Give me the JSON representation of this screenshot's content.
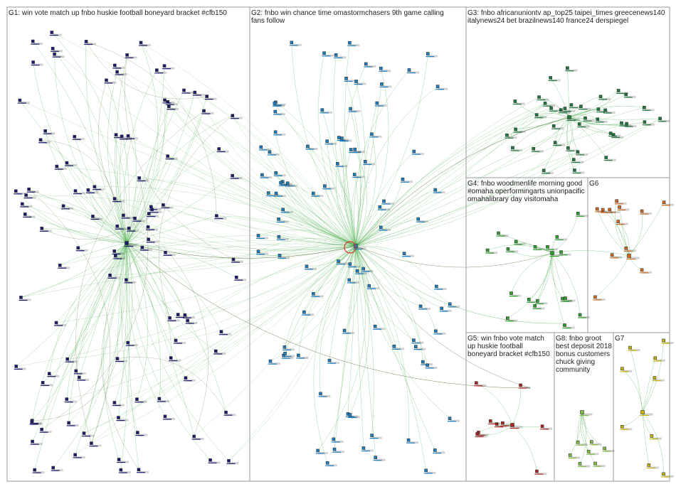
{
  "groups": [
    {
      "id": "G1",
      "label": "G1: win vote match up fnbo huskie football boneyard bracket #cfb150",
      "color": "#1a1a6e"
    },
    {
      "id": "G2",
      "label": "G2: fnbo win chance time omastormchasers 9th game calling fans follow",
      "color": "#1b7fc4"
    },
    {
      "id": "G3",
      "label": "G3: fnbo africanuniontv ap_top25 taipei_times greecenews140 italynews24 bet brazilnews140 france24 derspiegel",
      "color": "#1e7a3c"
    },
    {
      "id": "G4",
      "label": "G4: fnbo woodmenlife morning good #omaha operformingarts unionpacific omahalibrary day visitomaha",
      "color": "#2aa02a"
    },
    {
      "id": "G5",
      "label": "G5: win fnbo vote match up huskie football boneyard bracket #cfb150",
      "color": "#b22222"
    },
    {
      "id": "G6",
      "label": "G6",
      "color": "#d2691e"
    },
    {
      "id": "G7",
      "label": "G7",
      "color": "#c8b400"
    },
    {
      "id": "G8",
      "label": "G8: fnbo groot best deposit 2018 bonus customers chuck giving community",
      "color": "#7fbf3f"
    }
  ],
  "colors": {
    "edge_green": "#4caf50",
    "edge_dark": "#556b2f",
    "hub_ring": "#e03030",
    "box_border": "#9a9a9a"
  }
}
